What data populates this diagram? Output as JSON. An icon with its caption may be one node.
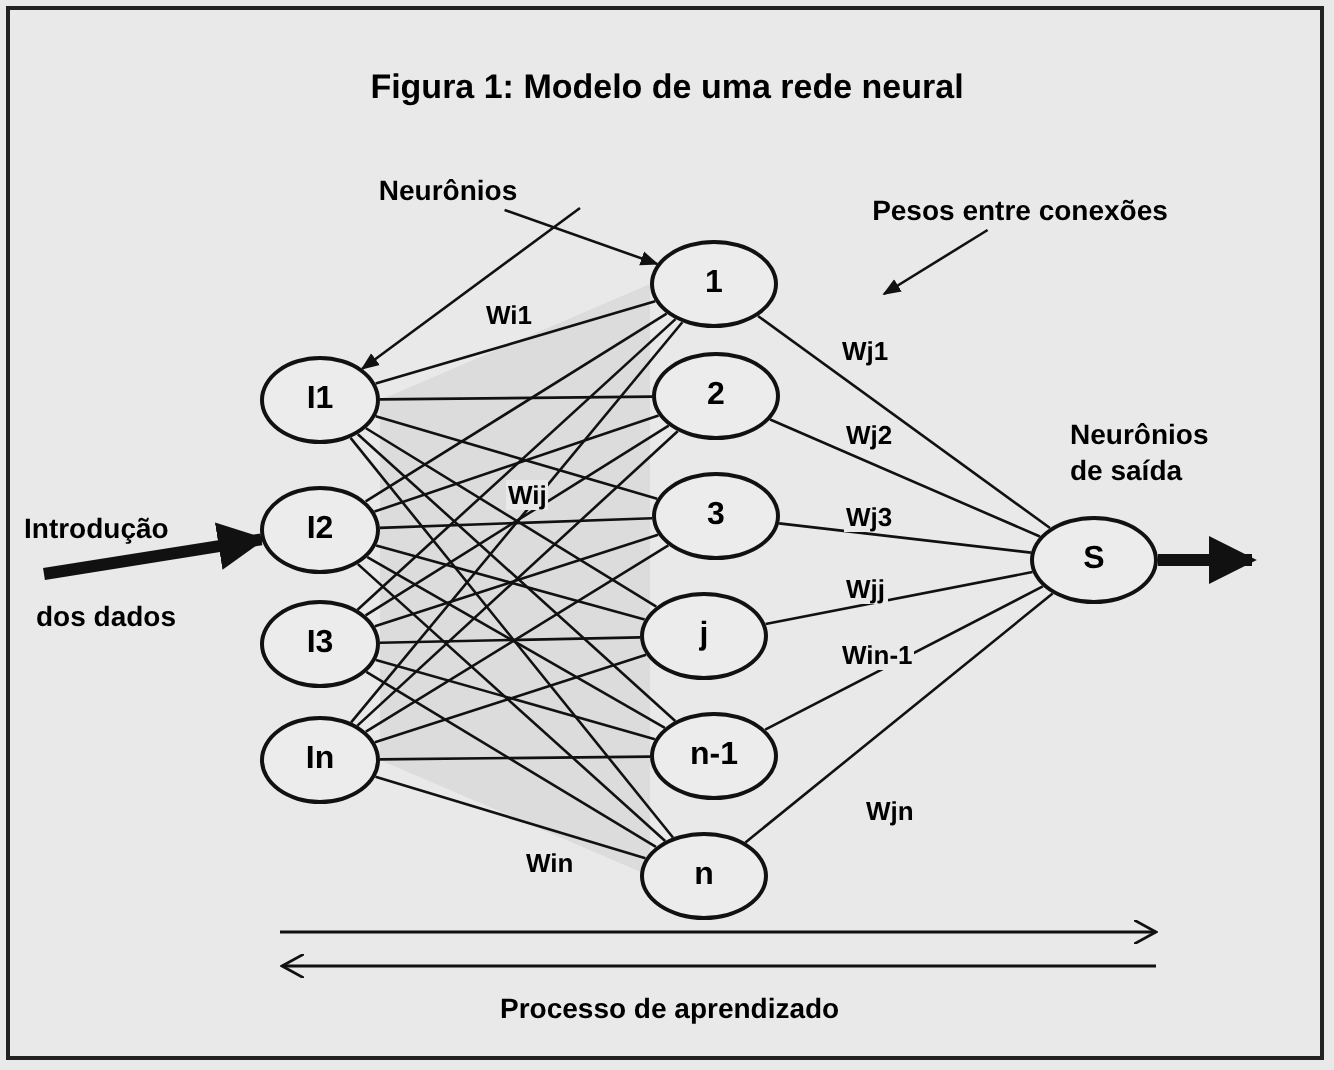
{
  "diagram": {
    "title": "Figura 1: Modelo de uma rede neural",
    "nodes": [
      {
        "text": [
          "I1"
        ]
      },
      {
        "text": [
          "I2"
        ]
      },
      {
        "text": [
          "I3"
        ]
      },
      {
        "text": [
          "In"
        ]
      },
      {
        "text": [
          "1"
        ]
      },
      {
        "text": [
          "2"
        ]
      },
      {
        "text": [
          "3"
        ]
      },
      {
        "text": [
          "j"
        ]
      },
      {
        "text": [
          "n-1"
        ]
      },
      {
        "text": [
          "n"
        ]
      },
      {
        "text": [
          "S"
        ],
        "beside": [
          "Neurônios de saída"
        ]
      },
      {
        "text": [
          "Neurônios"
        ]
      },
      {
        "text": [
          "Pesos entre conexões"
        ]
      }
    ],
    "edges": [
      {
        "from": 0,
        "to": 4,
        "arrow": "none",
        "label": "Wi1"
      },
      {
        "from": 0,
        "to": 5,
        "arrow": "none"
      },
      {
        "from": 0,
        "to": 6,
        "arrow": "none"
      },
      {
        "from": 0,
        "to": 7,
        "arrow": "none"
      },
      {
        "from": 0,
        "to": 8,
        "arrow": "none"
      },
      {
        "from": 0,
        "to": 9,
        "arrow": "none"
      },
      {
        "from": 1,
        "to": 4,
        "arrow": "none"
      },
      {
        "from": 1,
        "to": 5,
        "arrow": "none"
      },
      {
        "from": 1,
        "to": 6,
        "arrow": "none"
      },
      {
        "from": 1,
        "to": 7,
        "arrow": "none"
      },
      {
        "from": 1,
        "to": 8,
        "arrow": "none"
      },
      {
        "from": 1,
        "to": 9,
        "arrow": "none"
      },
      {
        "from": 2,
        "to": 4,
        "arrow": "none"
      },
      {
        "from": 2,
        "to": 5,
        "arrow": "none"
      },
      {
        "from": 2,
        "to": 6,
        "arrow": "none"
      },
      {
        "from": 2,
        "to": 7,
        "arrow": "none"
      },
      {
        "from": 2,
        "to": 8,
        "arrow": "none"
      },
      {
        "from": 2,
        "to": 9,
        "arrow": "none"
      },
      {
        "from": 3,
        "to": 4,
        "arrow": "none"
      },
      {
        "from": 3,
        "to": 5,
        "arrow": "none"
      },
      {
        "from": 3,
        "to": 6,
        "arrow": "none"
      },
      {
        "from": 3,
        "to": 7,
        "arrow": "none"
      },
      {
        "from": 3,
        "to": 8,
        "arrow": "none"
      },
      {
        "from": 3,
        "to": 9,
        "arrow": "none"
      },
      {
        "from": 4,
        "to": 10,
        "arrow": "none",
        "label": "Wj1"
      },
      {
        "from": 5,
        "to": 10,
        "arrow": "none",
        "label": "Wj2"
      },
      {
        "from": 6,
        "to": 10,
        "arrow": "none",
        "label": "Wj3"
      },
      {
        "from": 7,
        "to": 10,
        "arrow": "none",
        "label": "Wjj"
      },
      {
        "from": 8,
        "to": 10,
        "arrow": "none",
        "label": "Win-1"
      },
      {
        "from": 9,
        "to": 10,
        "arrow": "none",
        "label": "Wjn"
      },
      {
        "from": 10,
        "to": null,
        "arrow": "to",
        "style": "thick"
      },
      {
        "from": null,
        "to": 1,
        "arrow": "to",
        "style": "thick"
      },
      {
        "from": 11,
        "to": 0,
        "arrow": "to"
      },
      {
        "from": 11,
        "to": 4,
        "arrow": "to"
      },
      {
        "from": 12,
        "to": null,
        "arrow": "to"
      }
    ],
    "labels": [
      "Wij",
      "Win",
      "Introdução",
      "dos dados",
      "Processo de aprendizado"
    ]
  }
}
